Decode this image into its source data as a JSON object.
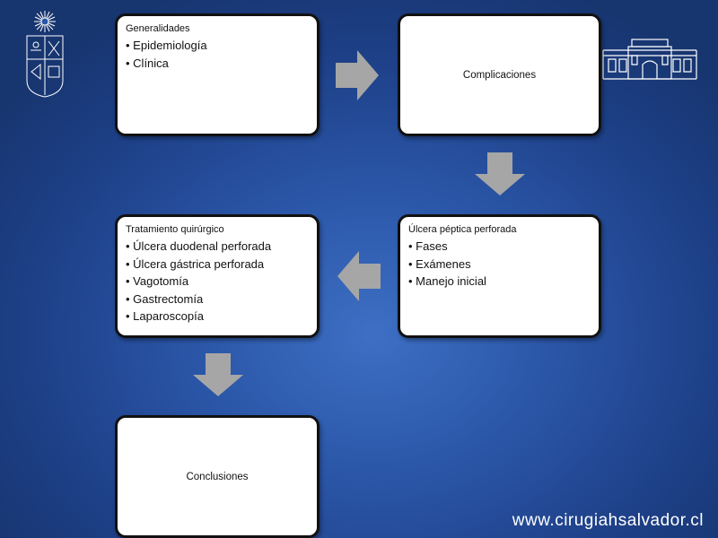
{
  "nodes": {
    "generalidades": {
      "title": "Generalidades",
      "items": [
        "Epidemiología",
        "Clínica"
      ]
    },
    "complicaciones": {
      "title": "Complicaciones"
    },
    "ulcera": {
      "title": "Úlcera péptica perforada",
      "items": [
        "Fases",
        "Exámenes",
        "Manejo inicial"
      ]
    },
    "tratamiento": {
      "title": "Tratamiento quirúrgico",
      "items": [
        "Úlcera duodenal perforada",
        "Úlcera gástrica perforada",
        "Vagotomía",
        "Gastrectomía",
        "Laparoscopía"
      ]
    },
    "conclusiones": {
      "title": "Conclusiones"
    }
  },
  "footer": {
    "url": "www.cirugiahsalvador.cl"
  },
  "icons": {
    "left_logo": "university-crest-icon",
    "right_logo": "hospital-building-icon",
    "arrows": "block-arrow-icon"
  },
  "colors": {
    "background": "#2a55a6",
    "box": "#ffffff",
    "arrow": "#a6a6a6",
    "text": "#111111"
  }
}
